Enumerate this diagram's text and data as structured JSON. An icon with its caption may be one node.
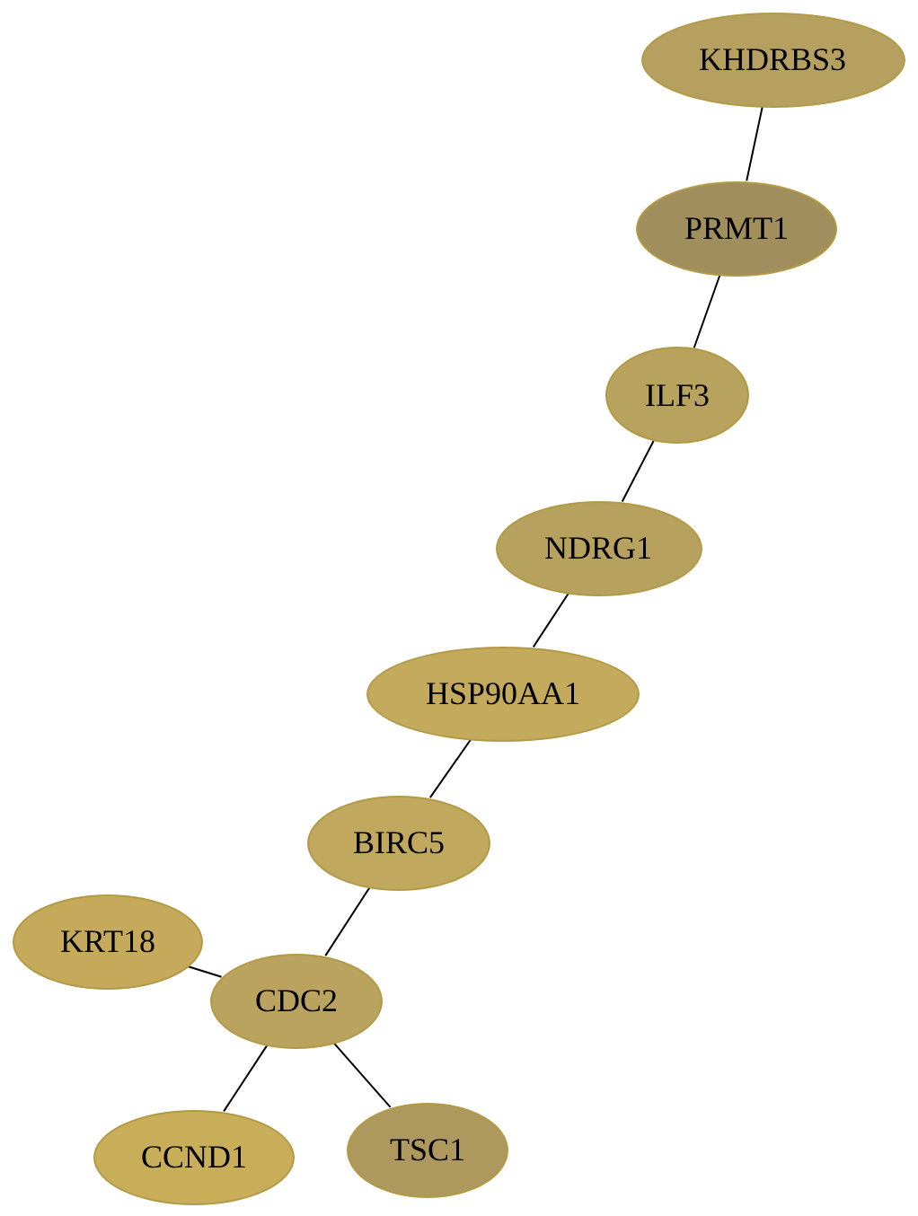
{
  "diagram": {
    "nodes": [
      {
        "text": [
          "KHDRBS3"
        ]
      },
      {
        "text": [
          "PRMT1"
        ]
      },
      {
        "text": [
          "ILF3"
        ]
      },
      {
        "text": [
          "NDRG1"
        ]
      },
      {
        "text": [
          "HSP90AA1"
        ]
      },
      {
        "text": [
          "BIRC5"
        ]
      },
      {
        "text": [
          "KRT18"
        ]
      },
      {
        "text": [
          "CDC2"
        ]
      },
      {
        "text": [
          "CCND1"
        ]
      },
      {
        "text": [
          "TSC1"
        ]
      }
    ],
    "edges": [
      {
        "from": 0,
        "to": 1,
        "arrow": "none"
      },
      {
        "from": 1,
        "to": 2,
        "arrow": "none"
      },
      {
        "from": 2,
        "to": 3,
        "arrow": "none"
      },
      {
        "from": 3,
        "to": 4,
        "arrow": "none"
      },
      {
        "from": 4,
        "to": 5,
        "arrow": "none"
      },
      {
        "from": 5,
        "to": 7,
        "arrow": "none"
      },
      {
        "from": 6,
        "to": 7,
        "arrow": "none"
      },
      {
        "from": 7,
        "to": 8,
        "arrow": "none"
      },
      {
        "from": 7,
        "to": 9,
        "arrow": "none"
      }
    ]
  }
}
